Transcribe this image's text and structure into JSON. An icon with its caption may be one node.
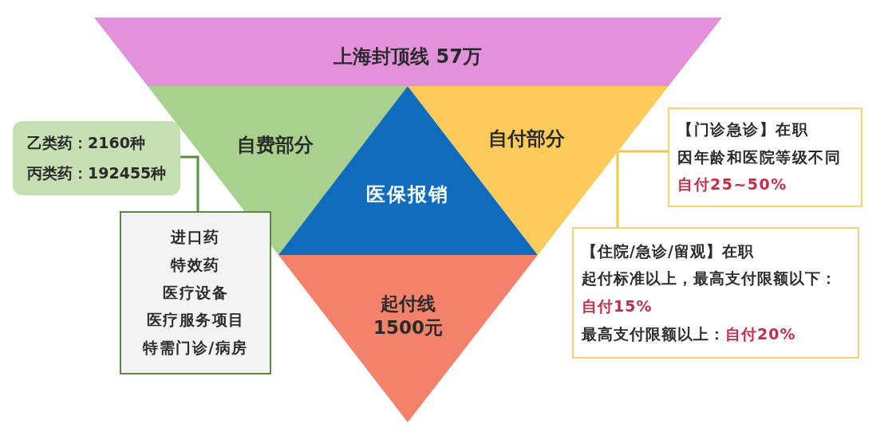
{
  "diagram": {
    "nodes": [
      {
        "text": [
          "上海封顶线 57万"
        ]
      },
      {
        "text": [
          "自费部分"
        ]
      },
      {
        "text": [
          "医保报销"
        ]
      },
      {
        "text": [
          "自付部分"
        ]
      },
      {
        "text": [
          "起付线 1500元"
        ]
      },
      {
        "text": [
          "乙类药：2160种",
          "丙类药：192455种"
        ]
      },
      {
        "text": [
          "进口药",
          "特效药",
          "医疗设备",
          "医疗服务项目",
          "特需门诊/病房"
        ]
      },
      {
        "text": [
          "【门诊急诊】在职",
          "因年龄和医院等级不同",
          "自付25~50%"
        ]
      },
      {
        "text": [
          "【住院/急诊/留观】在职",
          "起付标准以上，最高支付限额以下：",
          "自付15%",
          "最高支付限额以上：",
          "自付20%"
        ]
      }
    ],
    "edges": [
      {
        "from": 5,
        "to": 6,
        "arrow": "none",
        "color": "#5b8c3a"
      },
      {
        "from": 3,
        "to": 7,
        "arrow": "none"
      },
      {
        "from": 3,
        "to": 8,
        "arrow": "none"
      }
    ]
  }
}
